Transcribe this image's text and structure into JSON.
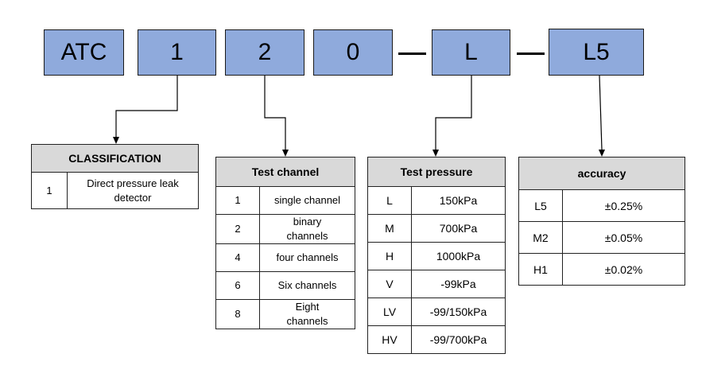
{
  "code": {
    "segments": [
      "ATC",
      "1",
      "2",
      "0",
      "L",
      "L5"
    ]
  },
  "classification": {
    "title": "CLASSIFICATION",
    "rows": [
      {
        "code": "1",
        "desc": "Direct pressure leak detector"
      }
    ]
  },
  "test_channel": {
    "title": "Test channel",
    "rows": [
      {
        "code": "1",
        "desc": "single channel"
      },
      {
        "code": "2",
        "desc": "binary channels"
      },
      {
        "code": "4",
        "desc": "four channels"
      },
      {
        "code": "6",
        "desc": "Six channels"
      },
      {
        "code": "8",
        "desc": "Eight channels"
      }
    ]
  },
  "test_pressure": {
    "title": "Test pressure",
    "rows": [
      {
        "code": "L",
        "desc": "150kPa"
      },
      {
        "code": "M",
        "desc": "700kPa"
      },
      {
        "code": "H",
        "desc": "1000kPa"
      },
      {
        "code": "V",
        "desc": "-99kPa"
      },
      {
        "code": "LV",
        "desc": "-99/150kPa"
      },
      {
        "code": "HV",
        "desc": "-99/700kPa"
      }
    ]
  },
  "accuracy": {
    "title": "accuracy",
    "rows": [
      {
        "code": "L5",
        "desc": "±0.25%"
      },
      {
        "code": "M2",
        "desc": "±0.05%"
      },
      {
        "code": "H1",
        "desc": "±0.02%"
      }
    ]
  },
  "colors": {
    "code_box_fill": "#8faadc",
    "header_fill": "#d9d9d9"
  }
}
